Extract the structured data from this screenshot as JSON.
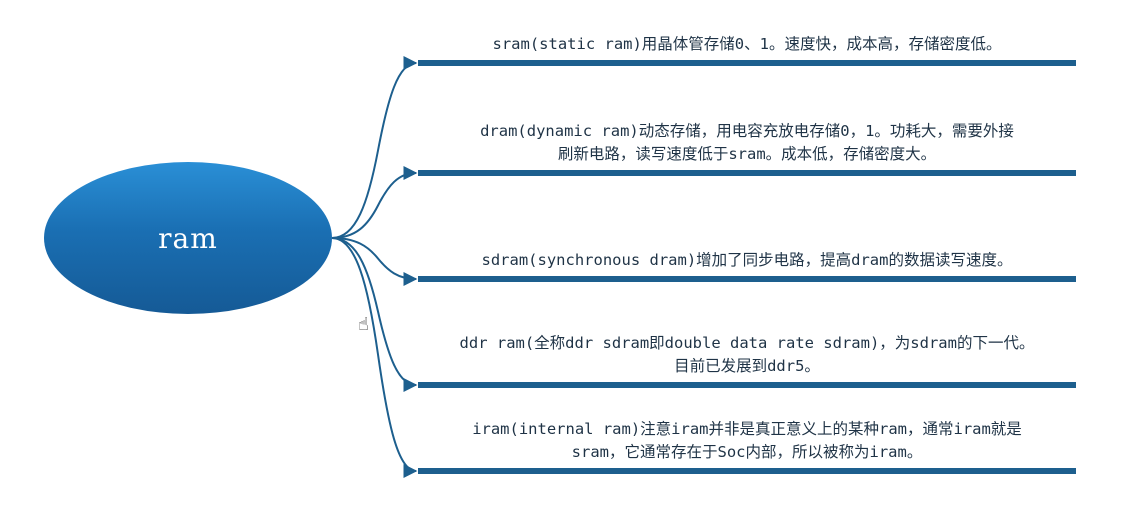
{
  "root": {
    "label": "ram"
  },
  "branches": [
    {
      "text": "sram(static ram)用晶体管存储0、1。速度快，成本高，存储密度低。"
    },
    {
      "text": "dram(dynamic ram)动态存储，用电容充放电存储0，1。功耗大，需要外接\n刷新电路，读写速度低于sram。成本低，存储密度大。"
    },
    {
      "text": "sdram(synchronous dram)增加了同步电路，提高dram的数据读写速度。"
    },
    {
      "text": "ddr ram(全称ddr sdram即double data rate sdram)，为sdram的下一代。\n目前已发展到ddr5。"
    },
    {
      "text": "iram(internal ram)注意iram并非是真正意义上的某种ram，通常iram就是\nsram，它通常存在于Soc内部，所以被称为iram。"
    }
  ],
  "colors": {
    "node_fill": "#1a6fb3",
    "connector": "#1d5f8e",
    "text": "#1f3346"
  },
  "cursor_icon": "hand-pointer-icon"
}
